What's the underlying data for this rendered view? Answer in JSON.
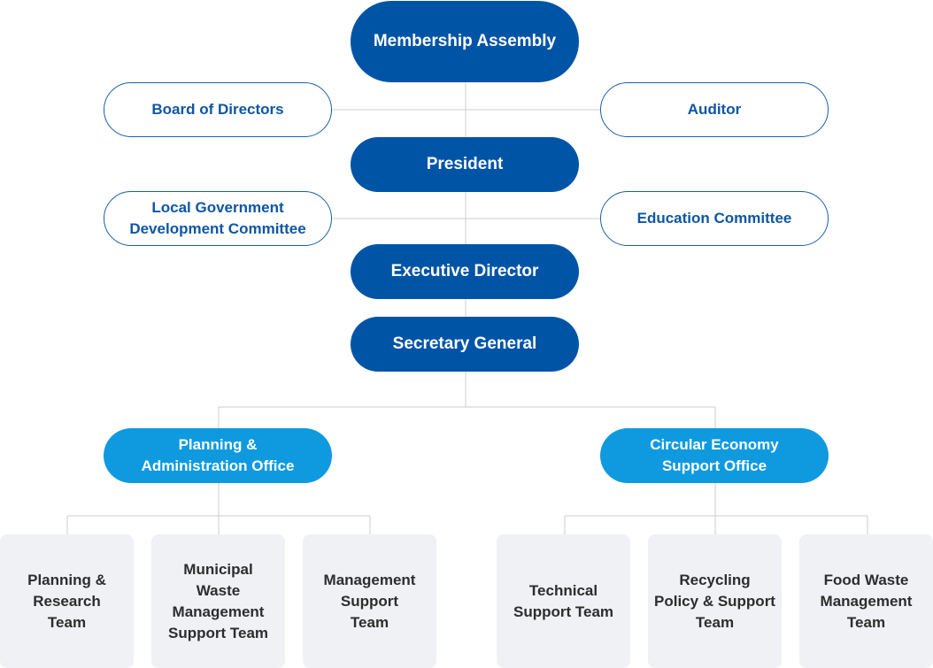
{
  "colors": {
    "primary": "#0054a6",
    "secondary": "#0f9ae0",
    "outline": "#1a5fa8",
    "team_bg": "#f0f1f5",
    "connector": "#c8ccd2"
  },
  "core": {
    "membership_assembly": "Membership Assembly",
    "president": "President",
    "executive_director": "Executive Director",
    "secretary_general": "Secretary General"
  },
  "side": {
    "board_of_directors": "Board of Directors",
    "auditor": "Auditor",
    "local_gov_committee": "Local Government\nDevelopment Committee",
    "education_committee": "Education Committee"
  },
  "offices": {
    "planning_admin": "Planning &\nAdministration Office",
    "circular_economy": "Circular Economy\nSupport Office"
  },
  "teams": {
    "planning_research": "Planning &\nResearch\nTeam",
    "municipal_waste": "Municipal\nWaste\nManagement\nSupport Team",
    "management_support": "Management\nSupport\nTeam",
    "technical_support": "Technical\nSupport Team",
    "recycling_policy": "Recycling\nPolicy & Support\nTeam",
    "food_waste": "Food Waste\nManagement\nTeam"
  }
}
